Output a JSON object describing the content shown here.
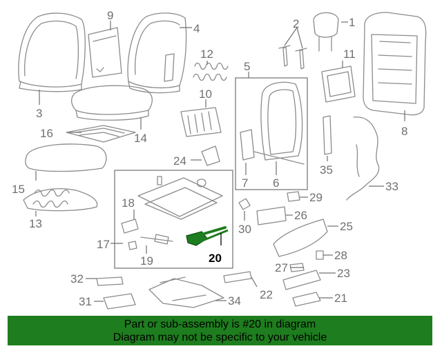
{
  "diagram": {
    "highlighted_part": "20",
    "highlight_color": "#1e7d1e",
    "callouts": [
      "1",
      "2",
      "3",
      "4",
      "5",
      "6",
      "7",
      "8",
      "9",
      "10",
      "11",
      "12",
      "13",
      "14",
      "15",
      "16",
      "17",
      "18",
      "19",
      "20",
      "21",
      "22",
      "23",
      "24",
      "25",
      "26",
      "27",
      "28",
      "29",
      "30",
      "31",
      "32",
      "33",
      "34",
      "35"
    ]
  },
  "banner": {
    "line1": "Part or sub-assembly is #20 in diagram",
    "line2": "Diagram may not be specific to your vehicle"
  }
}
